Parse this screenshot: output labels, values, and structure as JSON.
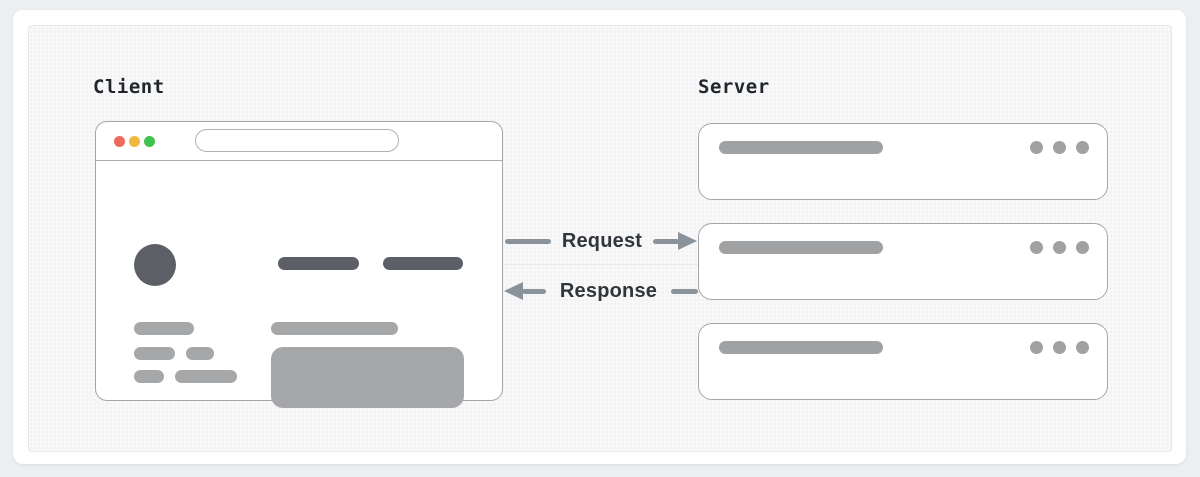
{
  "page": {
    "background": "#ECEEF2"
  },
  "card": {
    "background": "#FFFFFF",
    "panel_background": "#F8F8F9",
    "panel_border": "#E7E8EA"
  },
  "client": {
    "label": "Client",
    "window": {
      "traffic_lights": [
        {
          "name": "close",
          "color": "#EF6A5E"
        },
        {
          "name": "minimize",
          "color": "#F0B73F"
        },
        {
          "name": "zoom",
          "color": "#3FC34F"
        }
      ],
      "url_bar_value": "",
      "skeleton": {
        "dark_color": "#5C6066",
        "light_color": "#A5A7A9"
      }
    }
  },
  "server": {
    "label": "Server",
    "node_count": 3,
    "node_style": {
      "border_color": "#A3A7AB",
      "bar_color": "#9FA1A3",
      "dot_color": "#9FA1A3"
    }
  },
  "flows": {
    "request": {
      "label": "Request",
      "direction": "right"
    },
    "response": {
      "label": "Response",
      "direction": "left"
    },
    "arrow_color": "#8A929A",
    "text_color": "#31363C"
  }
}
